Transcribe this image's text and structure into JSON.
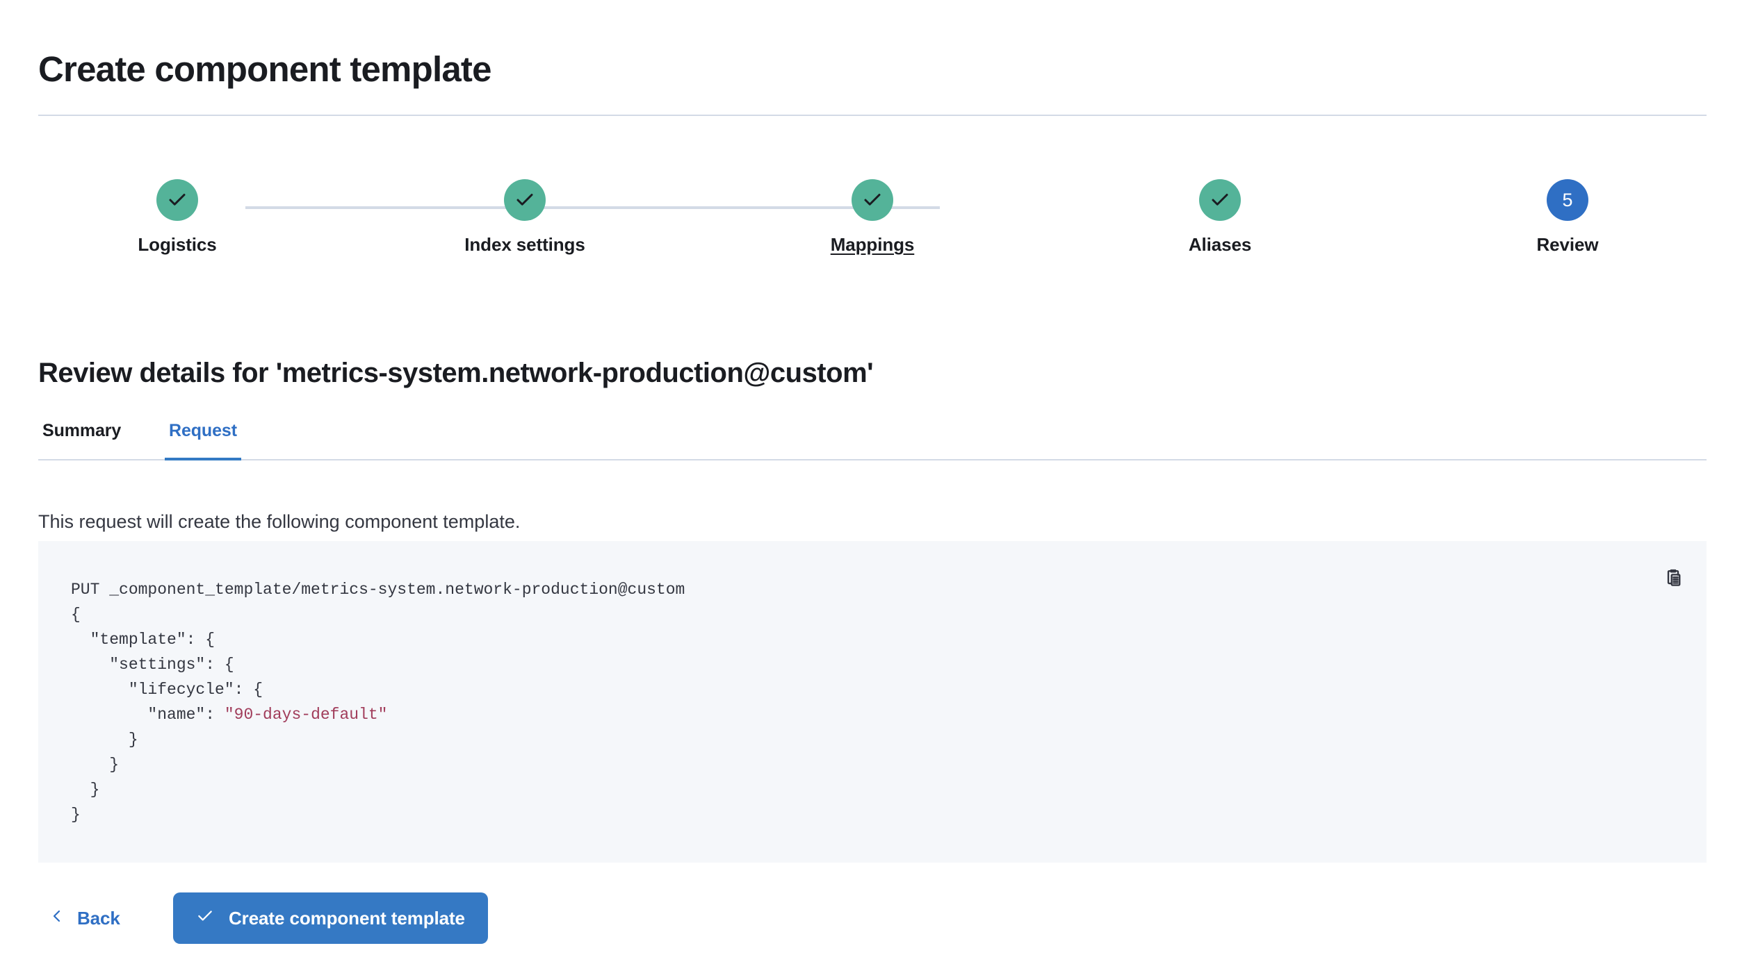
{
  "header": {
    "title": "Create component template"
  },
  "steps": [
    {
      "label": "Logistics",
      "state": "done",
      "marker": "check-icon"
    },
    {
      "label": "Index settings",
      "state": "done",
      "marker": "check-icon"
    },
    {
      "label": "Mappings",
      "state": "done",
      "marker": "check-icon",
      "underlined": true
    },
    {
      "label": "Aliases",
      "state": "done",
      "marker": "check-icon"
    },
    {
      "label": "Review",
      "state": "current",
      "marker": "5"
    }
  ],
  "section": {
    "heading": "Review details for 'metrics-system.network-production@custom'"
  },
  "tabs": [
    {
      "label": "Summary",
      "active": false
    },
    {
      "label": "Request",
      "active": true
    }
  ],
  "description": "This request will create the following component template.",
  "request": {
    "method_line": "PUT _component_template/metrics-system.network-production@custom",
    "lines": [
      "{",
      "  \"template\": {",
      "    \"settings\": {",
      "      \"lifecycle\": {",
      "        \"name\": ",
      "      }",
      "    }",
      "  }",
      "}"
    ],
    "lifecycle_name": "\"90-days-default\"",
    "copy_icon": "copy-clipboard-icon"
  },
  "footer": {
    "back_label": "Back",
    "back_icon": "chevron-left-icon",
    "create_label": "Create component template",
    "create_icon": "check-icon"
  },
  "colors": {
    "step_done": "#54b399",
    "step_current": "#2f6fc4",
    "accent_blue": "#2f6fc4",
    "primary_button": "#3579c4",
    "rule": "#d3dae6",
    "code_bg": "#f5f7fa",
    "code_string": "#a13d5b",
    "text": "#1a1c21"
  }
}
